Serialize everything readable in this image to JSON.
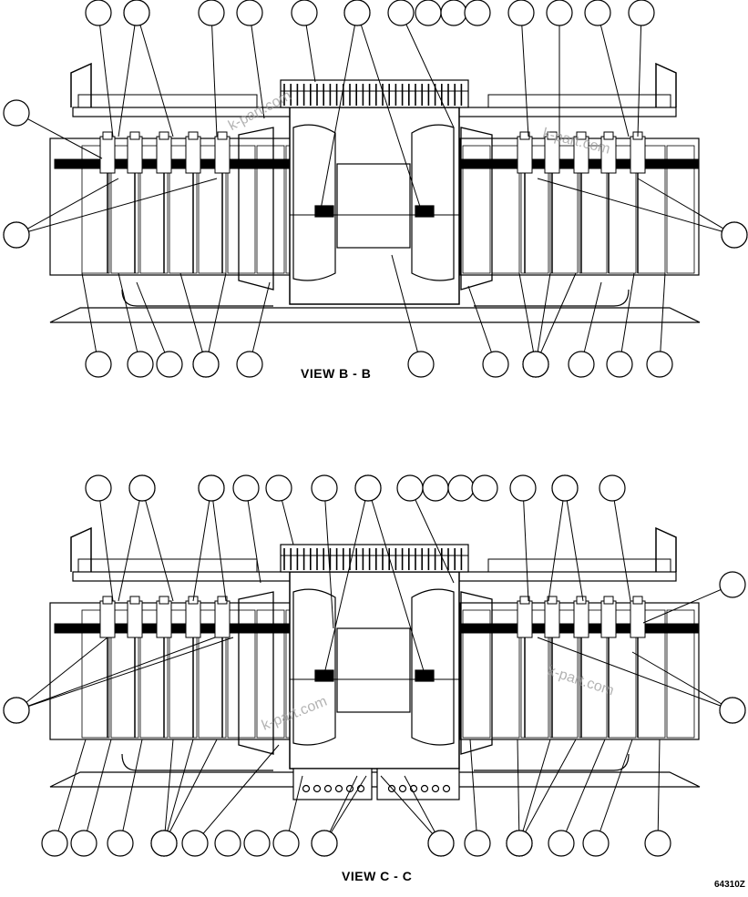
{
  "views": [
    {
      "id": "b",
      "label": "VIEW B - B"
    },
    {
      "id": "c",
      "label": "VIEW C - C"
    }
  ],
  "figure_number": "64310Z",
  "watermark": "k-part.com",
  "colors": {
    "ink": "#000000",
    "watermark": "#9a9a9a",
    "paper": "#ffffff"
  }
}
